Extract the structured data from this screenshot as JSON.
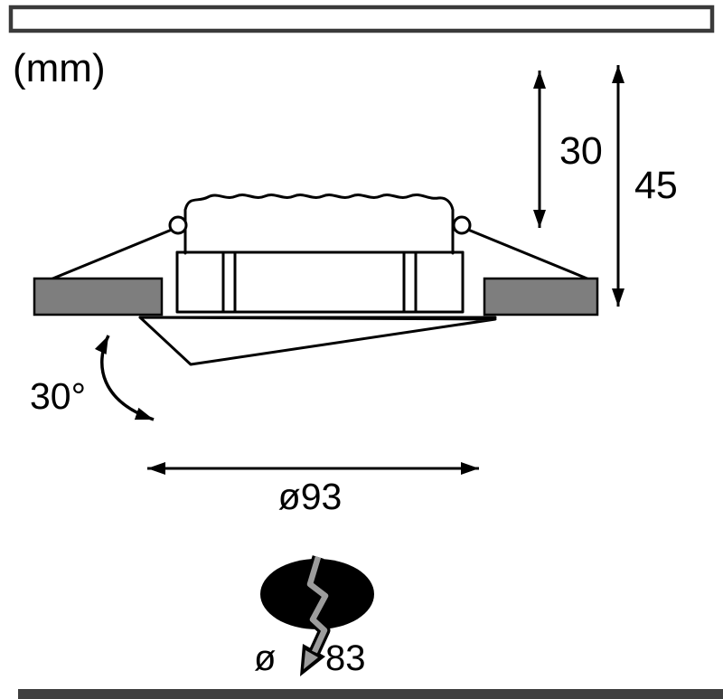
{
  "unit_label": "(mm)",
  "dimensions": {
    "recess_height": {
      "value": "30"
    },
    "total_height": {
      "value": "45"
    },
    "tilt_angle": {
      "value": "30°"
    },
    "outer_diameter": {
      "value": "ø93"
    },
    "cutout": {
      "symbol": "ø",
      "value": "83"
    }
  },
  "colors": {
    "frame_border": "#3a3a3a",
    "ceiling_section_fill": "#7e7e7e",
    "bottom_strip": "#3f3f3f",
    "bolt_highlight": "#9c9c9c"
  }
}
